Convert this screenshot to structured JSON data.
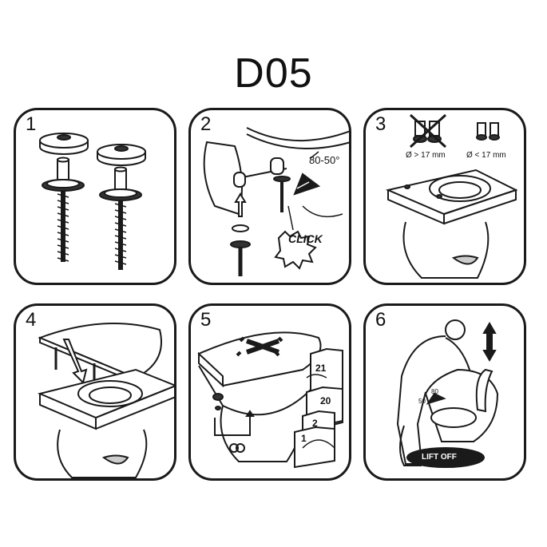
{
  "title": "D05",
  "panels": [
    {
      "number": "1"
    },
    {
      "number": "2",
      "angle_label": "80-50°",
      "click_label": "CLICK"
    },
    {
      "number": "3",
      "size_large": "Ø > 17 mm",
      "size_small": "Ø < 17 mm"
    },
    {
      "number": "4"
    },
    {
      "number": "5",
      "pages": [
        "21",
        "20",
        "2",
        "1"
      ]
    },
    {
      "number": "6",
      "angle_a": "50",
      "angle_b": "80",
      "lift_label": "LIFT OFF"
    }
  ],
  "colors": {
    "ink": "#1a1a1a",
    "shade": "#cfcfcf",
    "dark": "#333333"
  }
}
